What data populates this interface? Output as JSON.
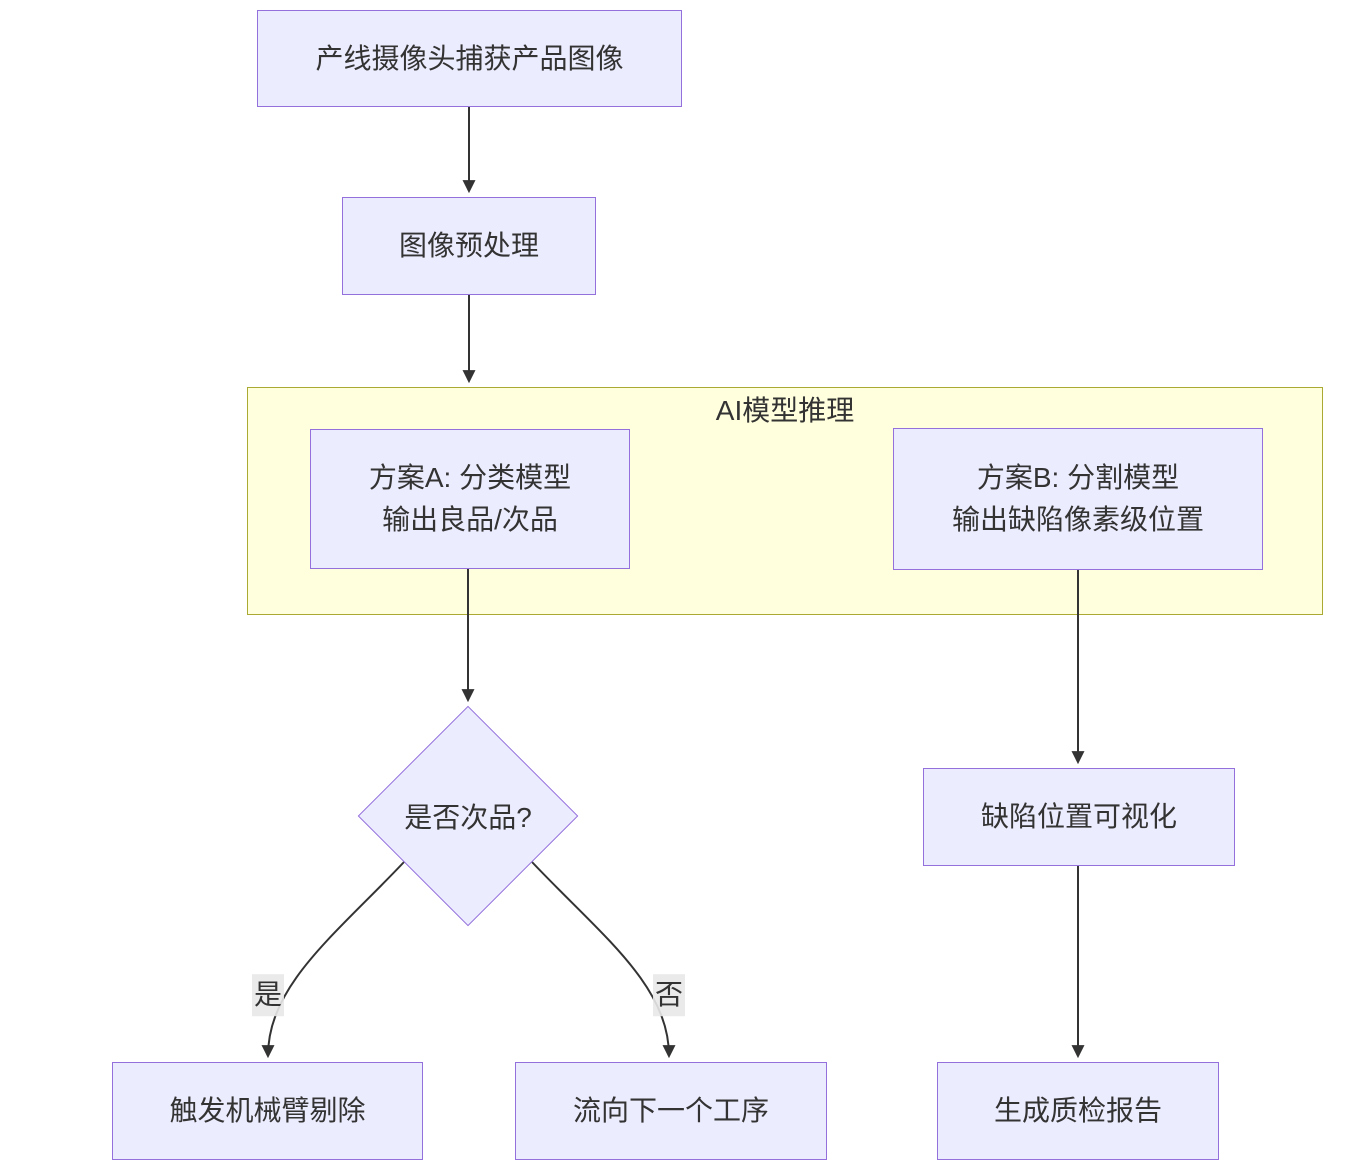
{
  "diagram": {
    "type": "flowchart",
    "direction": "top-down",
    "colors": {
      "node_fill": "#ECECFF",
      "node_border": "#9370DB",
      "subgraph_fill": "#FFFFDE",
      "subgraph_border": "#AAAA33",
      "edge_stroke": "#333333",
      "text": "#333333",
      "edge_label_bg": "#e8e8e8",
      "background": "#ffffff"
    },
    "subgraph": {
      "title": "AI模型推理"
    },
    "nodes": {
      "capture": {
        "label": "产线摄像头捕获产品图像"
      },
      "preprocess": {
        "label": "图像预处理"
      },
      "plan_a": {
        "lines": [
          "方案A: 分类模型",
          "输出良品/次品"
        ]
      },
      "plan_b": {
        "lines": [
          "方案B: 分割模型",
          "输出缺陷像素级位置"
        ]
      },
      "decision": {
        "label": "是否次品?"
      },
      "reject": {
        "label": "触发机械臂剔除"
      },
      "next_step": {
        "label": "流向下一个工序"
      },
      "visualize": {
        "label": "缺陷位置可视化"
      },
      "report": {
        "label": "生成质检报告"
      }
    },
    "edges": [
      {
        "from": "capture",
        "to": "preprocess",
        "label": ""
      },
      {
        "from": "preprocess",
        "to": "ai_inference",
        "label": ""
      },
      {
        "from": "plan_a",
        "to": "decision",
        "label": ""
      },
      {
        "from": "decision",
        "to": "reject",
        "label": "是"
      },
      {
        "from": "decision",
        "to": "next_step",
        "label": "否"
      },
      {
        "from": "plan_b",
        "to": "visualize",
        "label": ""
      },
      {
        "from": "visualize",
        "to": "report",
        "label": ""
      }
    ]
  }
}
